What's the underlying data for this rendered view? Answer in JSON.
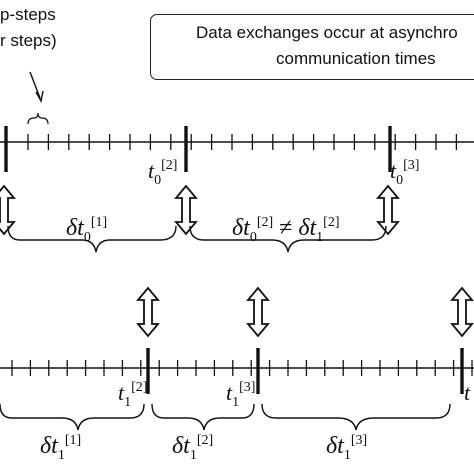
{
  "top_left": {
    "line1": "p-steps",
    "line2": "r steps)"
  },
  "legend": {
    "line1": "Data exchanges occur at asynchro",
    "line2": "communication times",
    "icon": "double-arrow-icon"
  },
  "top_timeline": {
    "markers": [
      {
        "var": "t",
        "sub": "0",
        "sup": "[2]"
      },
      {
        "var": "t",
        "sub": "0",
        "sup": "[3]"
      }
    ],
    "intervals": [
      {
        "label": "δt",
        "sub": "0",
        "sup": "[1]"
      }
    ],
    "inequality": {
      "lhs_sub": "0",
      "lhs_sup": "[2]",
      "op": "≠",
      "rhs_sub": "1",
      "rhs_sup": "[2]"
    }
  },
  "bottom_timeline": {
    "markers": [
      {
        "var": "t",
        "sub": "1",
        "sup": "[2]"
      },
      {
        "var": "t",
        "sub": "1",
        "sup": "[3]"
      },
      {
        "var": "t",
        "sub": "",
        "sup": ""
      }
    ],
    "intervals": [
      {
        "label": "δt",
        "sub": "1",
        "sup": "[1]"
      },
      {
        "label": "δt",
        "sub": "1",
        "sup": "[2]"
      },
      {
        "label": "δt",
        "sub": "1",
        "sup": "[3]"
      }
    ]
  },
  "colors": {
    "ink": "#111111",
    "background": "#ffffff"
  }
}
